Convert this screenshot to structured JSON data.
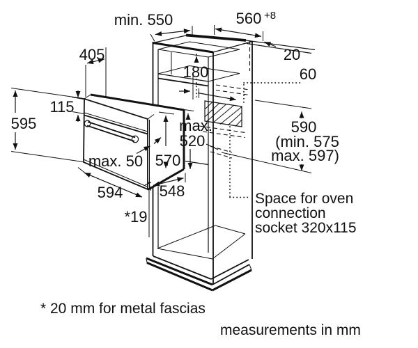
{
  "figure": {
    "dimensions": {
      "niche_depth": "min. 550",
      "niche_width": "560",
      "niche_width_tolerance": "+8",
      "wall_gap": "20",
      "top_depth": "405",
      "upper_compartment": "180",
      "socket_offset": "60",
      "panel_height": "115",
      "fascia_height": "595",
      "recess_max_word": "max.",
      "recess_max_value": "520",
      "niche_height": "590",
      "niche_height_range_1": "(min. 575",
      "niche_height_range_2": "max. 597)",
      "handle_clearance": "max. 50",
      "body_height": "570",
      "fascia_width": "594",
      "body_depth": "548",
      "fascia_overlap": "*19"
    },
    "annotations": {
      "socket_line1": "Space for oven",
      "socket_line2": "connection",
      "socket_line3": "socket 320x115",
      "footnote": "* 20 mm for metal fascias",
      "units_note": "measurements in mm"
    }
  }
}
